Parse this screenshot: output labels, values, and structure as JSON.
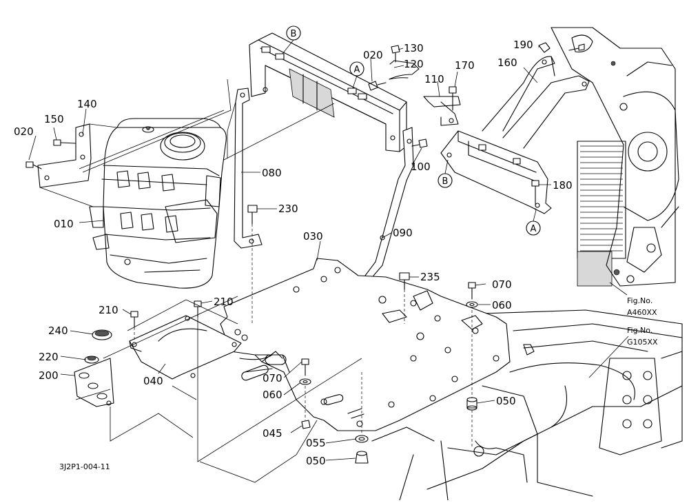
{
  "parts": {
    "p010": "010",
    "p020a": "020",
    "p020b": "020",
    "p030": "030",
    "p040": "040",
    "p045": "045",
    "p050a": "050",
    "p050b": "050",
    "p055": "055",
    "p060a": "060",
    "p060b": "060",
    "p070a": "070",
    "p070b": "070",
    "p080": "080",
    "p090": "090",
    "p100": "100",
    "p110": "110",
    "p120": "120",
    "p130": "130",
    "p140": "140",
    "p150": "150",
    "p160": "160",
    "p170": "170",
    "p180": "180",
    "p190": "190",
    "p200": "200",
    "p210a": "210",
    "p210b": "210",
    "p220": "220",
    "p230": "230",
    "p235": "235",
    "p240": "240"
  },
  "callouts": {
    "a1": "A",
    "a2": "A",
    "b1": "B",
    "b2": "B"
  },
  "figrefs": {
    "fig_label_1": "Fig.No.",
    "fig_code_1": "A460XX",
    "fig_label_2": "Fig.No.",
    "fig_code_2": "G105XX"
  },
  "drawing_code": "3J2P1-004-11"
}
